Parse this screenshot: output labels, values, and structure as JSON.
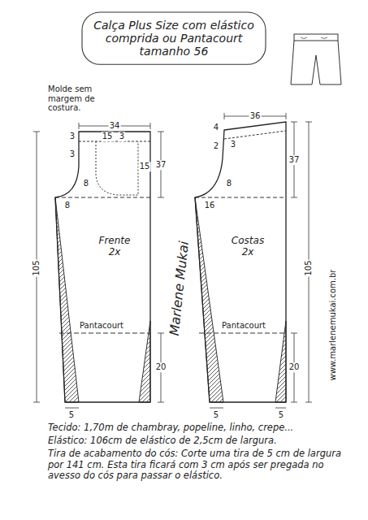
{
  "diagram": {
    "nodes": [
      {
        "text": [
          "Calça Plus Size com elástico comprida ou Pantacourt tamanho 56"
        ]
      },
      {
        "text": [
          "Frente 2x"
        ]
      },
      {
        "text": [
          "Costas 2x"
        ]
      }
    ],
    "labels": [
      "Molde sem margem de costura.",
      "34",
      "3",
      "15",
      "3",
      "15",
      "37",
      "3",
      "8",
      "8",
      "105",
      "Pantacourt",
      "20",
      "5",
      "36",
      "4",
      "2",
      "3",
      "37",
      "8",
      "16",
      "105",
      "Pantacourt",
      "20",
      "5",
      "5",
      "Marlene Mukai",
      "www.marlenemukai.com.br",
      "Tecido: 1,70m de chambray, popeline, linho, crepe...",
      "Elástico: 106cm de elástico de 2,5cm de largura.",
      "Tira de acabamento do cós: Corte uma tira de 5 cm de largura por 141 cm. Esta tira ficará com 3 cm após ser pregada no avesso do cós para passar o elástico."
    ]
  }
}
